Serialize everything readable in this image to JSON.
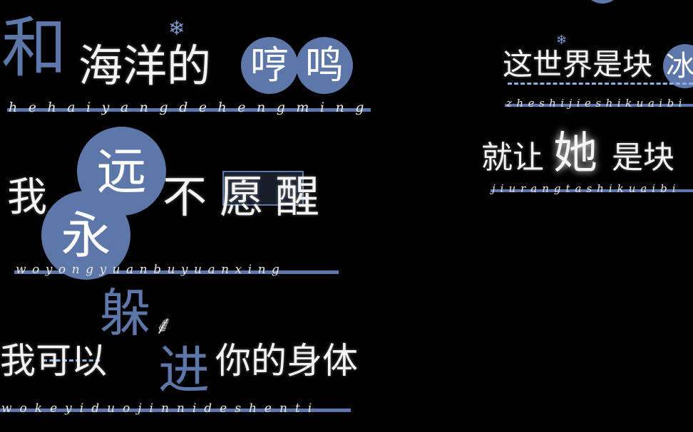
{
  "colors": {
    "accent": "#5d78a8",
    "text": "#ffffff",
    "background": "#000000"
  },
  "lines": [
    {
      "lead": "和",
      "text": "海洋的",
      "circled": [
        "哼",
        "鸣"
      ],
      "pinyin": "hehaiyangdehengming"
    },
    {
      "lead": "我",
      "circled": [
        "远",
        "永"
      ],
      "text": "不",
      "boxed": "愿",
      "tail": "醒",
      "pinyin": "woyongyuanbuyuanxing"
    },
    {
      "lead": "我可以",
      "accent": [
        "躲",
        "进"
      ],
      "text": "你的身体",
      "pinyin": "wokeyiduojinnideshenti"
    },
    {
      "text": "这世界是块",
      "circled": "冰",
      "pinyin": "zheshijieshikuaibi"
    },
    {
      "pre": "就让",
      "emph": "她",
      "text": "是块",
      "pinyin": "jiurangtashikuaibi"
    }
  ],
  "decorations": [
    "snowflake-icon",
    "wheat-icon"
  ]
}
